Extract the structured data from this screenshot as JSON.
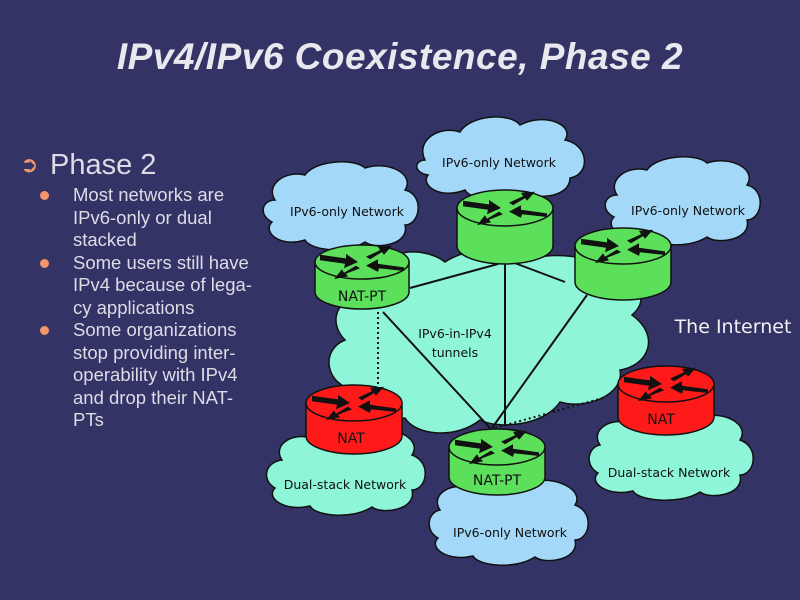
{
  "slide": {
    "title": "IPv4/IPv6 Coexistence, Phase 2"
  },
  "bullets": {
    "heading_icon": "arrow-circle-icon",
    "heading": "Phase 2",
    "items": [
      {
        "line1": "Most networks are",
        "line2": "IPv6-only or dual",
        "line3": "stacked"
      },
      {
        "line1": "Some users still have",
        "line2": "IPv4 because of lega-",
        "line3": "cy applications"
      },
      {
        "line1": "Some organizations",
        "line2": "stop providing inter-",
        "line3": "operability with IPv4",
        "line4": "and drop their NAT-",
        "line5": "PTs"
      }
    ]
  },
  "diagram": {
    "internet_label": "The Internet",
    "tunnels_label_line1": "IPv6-in-IPv4",
    "tunnels_label_line2": "tunnels",
    "clouds": {
      "top": "IPv6-only Network",
      "left": "IPv6-only Network",
      "right": "IPv6-only Network",
      "bottom": "IPv6-only Network",
      "dual_left": "Dual-stack Network",
      "dual_right": "Dual-stack Network"
    },
    "routers": {
      "natpt_left": "NAT-PT",
      "top": "",
      "right": "",
      "nat_left": "NAT",
      "natpt_bottom": "NAT-PT",
      "nat_right": "NAT"
    },
    "colors": {
      "background": "#333366",
      "ipv6_cloud": "#a3d8f8",
      "internet_cloud": "#8ff5d8",
      "router_green": "#5ce05c",
      "router_red": "#ff1a1a",
      "bullet_accent": "#f4956a"
    }
  }
}
